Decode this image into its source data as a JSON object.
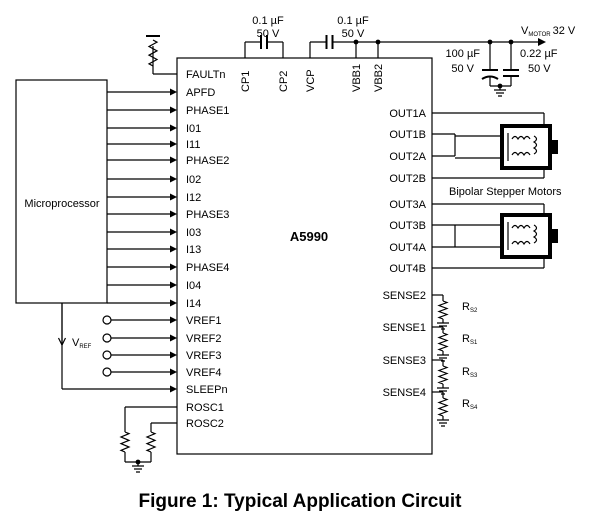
{
  "caption": "Figure 1: Typical Application Circuit",
  "microprocessor_label": "Microprocessor",
  "chip_name": "A5990",
  "left_pins": [
    "FAULTn",
    "APFD",
    "PHASE1",
    "I01",
    "I11",
    "PHASE2",
    "I02",
    "I12",
    "PHASE3",
    "I03",
    "I13",
    "PHASE4",
    "I04",
    "I14",
    "VREF1",
    "VREF2",
    "VREF3",
    "VREF4",
    "SLEEPn",
    "ROSC1",
    "ROSC2"
  ],
  "top_pins": [
    "CP1",
    "CP2",
    "VCP",
    "VBB1",
    "VBB2"
  ],
  "right_out_pins": [
    "OUT1A",
    "OUT1B",
    "OUT2A",
    "OUT2B",
    "OUT3A",
    "OUT3B",
    "OUT4A",
    "OUT4B"
  ],
  "right_sense_pins": [
    "SENSE2",
    "SENSE1",
    "SENSE3",
    "SENSE4"
  ],
  "sense_resistors": [
    {
      "main": "R",
      "sub": "S2"
    },
    {
      "main": "R",
      "sub": "S1"
    },
    {
      "main": "R",
      "sub": "S3"
    },
    {
      "main": "R",
      "sub": "S4"
    }
  ],
  "capacitors": {
    "cp_value": "0.1 µF",
    "cp_voltage": "50 V",
    "vcp_value": "0.1 µF",
    "vcp_voltage": "50 V",
    "bulk_value": "100 µF",
    "bulk_voltage": "50 V",
    "bypass_value": "0.22 µF",
    "bypass_voltage": "50 V"
  },
  "supply": {
    "main": "V",
    "sub": "MOTOR",
    "value": "32 V"
  },
  "vref": {
    "main": "V",
    "sub": "REF"
  },
  "motors_label": "Bipolar Stepper Motors"
}
